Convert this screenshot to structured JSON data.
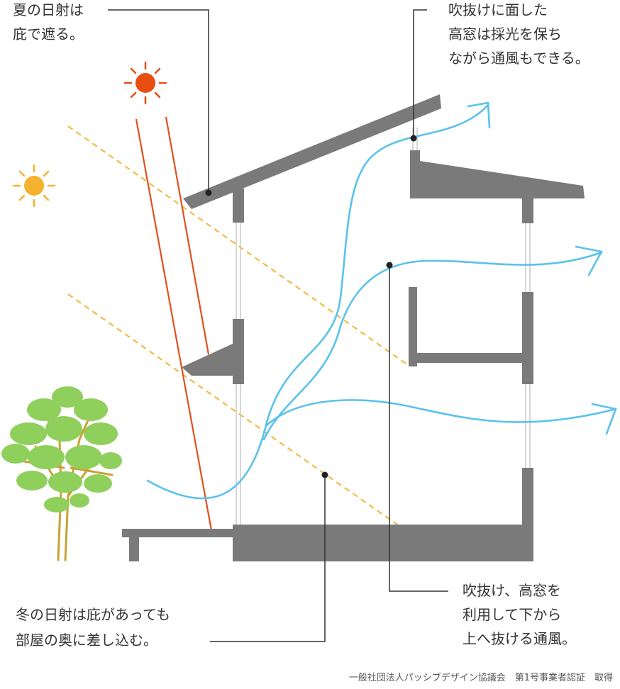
{
  "annotations": {
    "summer_sun": [
      "夏の日射は",
      "庇で遮る。"
    ],
    "high_window": [
      "吹抜けに面した",
      "高窓は採光を保ち",
      "ながら通風もできる。"
    ],
    "airflow": [
      "吹抜け、高窓を",
      "利用して下から",
      "上へ抜ける通風。"
    ],
    "winter_sun": [
      "冬の日射は庇があっても",
      "部屋の奥に差し込む。"
    ]
  },
  "credit": "一般社団法人パッシブデザイン協議会　第1号事業者認証　取得",
  "colors": {
    "summer_sun": "#e84e10",
    "winter_sun": "#f6b12f",
    "wind": "#59c2ec",
    "structure": "#7a7a7a",
    "tree_leaves": "#8fcf5c",
    "tree_trunk": "#c9a233"
  },
  "icons": [
    "summer-sun-icon",
    "winter-sun-icon",
    "tree-icon",
    "wind-arrow-icon"
  ]
}
